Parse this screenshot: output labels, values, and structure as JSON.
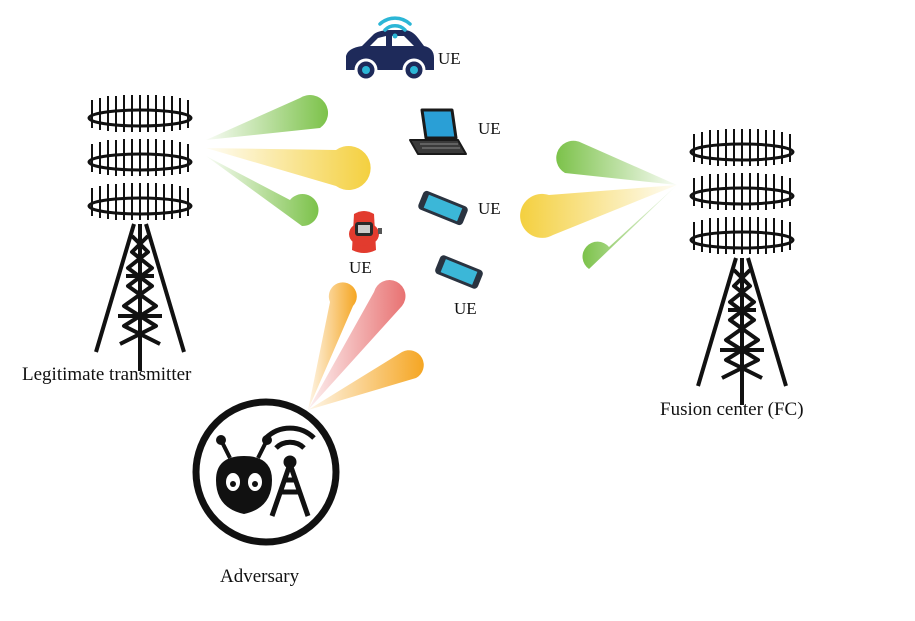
{
  "labels": {
    "transmitter": "Legitimate transmitter",
    "fusion_center": "Fusion center (FC)",
    "adversary": "Adversary",
    "ue": "UE"
  },
  "devices": [
    {
      "kind": "car",
      "label": "UE"
    },
    {
      "kind": "laptop",
      "label": "UE"
    },
    {
      "kind": "phone",
      "label": "UE"
    },
    {
      "kind": "smartwatch",
      "label": "UE"
    },
    {
      "kind": "phone",
      "label": "UE"
    }
  ],
  "colors": {
    "beam_green": "#7cc24a",
    "beam_yellow": "#f4d03f",
    "beam_orange": "#f5a623",
    "beam_red": "#e87272",
    "car": "#1e2a5a",
    "wifi": "#2bb6d6",
    "laptop": "#2a9fd6",
    "phone": "#3bb7d8",
    "watch": "#e23b2e",
    "tower": "#111111"
  },
  "icons": [
    "transmitter-tower-icon",
    "fusion-center-tower-icon",
    "adversary-icon",
    "car-icon",
    "laptop-icon",
    "phone-icon",
    "smartwatch-icon",
    "wifi-icon"
  ]
}
